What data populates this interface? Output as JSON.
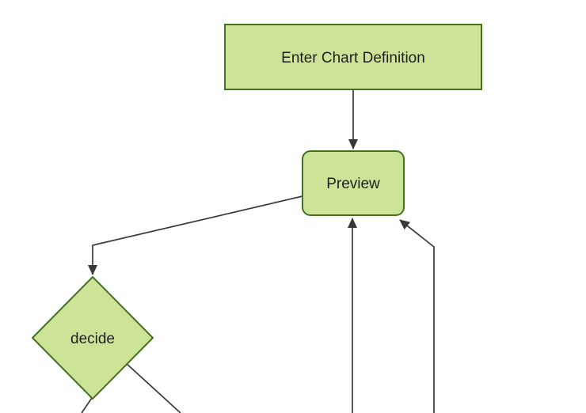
{
  "diagram": {
    "kind": "flowchart",
    "orientation": "top-down",
    "nodes": [
      {
        "id": "enter-chart-definition",
        "label": "Enter Chart Definition",
        "shape": "rectangle"
      },
      {
        "id": "preview",
        "label": "Preview",
        "shape": "rounded-rectangle"
      },
      {
        "id": "decide",
        "label": "decide",
        "shape": "diamond"
      }
    ],
    "edges": [
      {
        "from": "enter-chart-definition",
        "to": "preview",
        "arrow": true
      },
      {
        "from": "preview",
        "to": "decide",
        "arrow": true
      },
      {
        "from": "offscreen-bottom",
        "to": "preview",
        "arrow": true
      },
      {
        "from": "offscreen-bottom-right",
        "to": "preview",
        "arrow": true
      },
      {
        "from": "decide",
        "to": "offscreen-bottom-left",
        "arrow": false
      },
      {
        "from": "decide",
        "to": "offscreen-bottom-right",
        "arrow": false
      }
    ],
    "colors": {
      "background": "#ffffff",
      "node_fill": "#cde498",
      "node_border": "#44711f",
      "edge": "#383838",
      "label_text": "#1f1f1f"
    }
  }
}
